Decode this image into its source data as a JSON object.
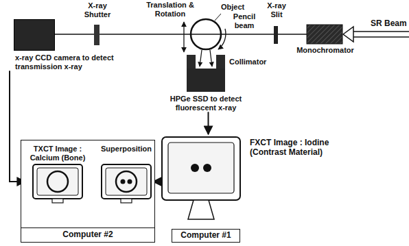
{
  "diagram": {
    "nodes": [
      {
        "text": [
          "x-ray CCD camera to detect transmission x-ray"
        ]
      },
      {
        "text": [
          "HPGe SSD to detect fluorescent x-ray"
        ]
      },
      {
        "text": [
          "Computer #2"
        ]
      },
      {
        "text": [
          "TXCT Image : Calcium (Bone)"
        ],
        "in": 2
      },
      {
        "text": [
          "Superposition"
        ],
        "in": 2
      },
      {
        "text": [
          "FXCT Image : Iodine (Contrast Material)"
        ]
      },
      {
        "text": [
          "Computer #1"
        ]
      }
    ],
    "edges": [
      {
        "from": 0,
        "to": 3,
        "arrow": "to"
      },
      {
        "from": 1,
        "to": 5,
        "arrow": "to"
      },
      {
        "from": 3,
        "to": 4,
        "arrow": "to"
      },
      {
        "from": 5,
        "to": 4,
        "arrow": "to"
      }
    ],
    "labels": [
      "SR Beam",
      "Monochromator",
      "X-ray Slit",
      "Pencil beam",
      "Object",
      "Translation & Rotation",
      "Collimator",
      "X-ray Shutter"
    ]
  }
}
